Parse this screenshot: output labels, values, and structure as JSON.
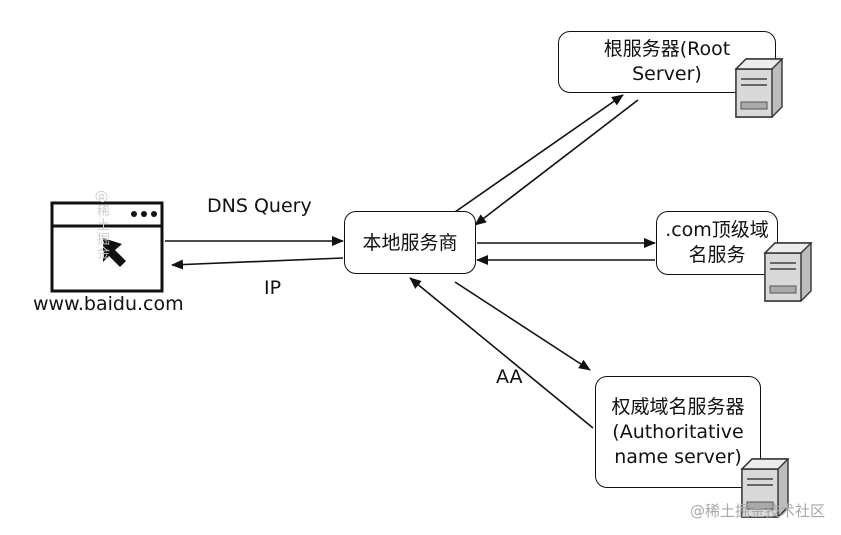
{
  "nodes": {
    "client": {
      "label": "www.baidu.com"
    },
    "local": {
      "label": "本地服务商"
    },
    "root": {
      "label": "根服务器(Root\nServer)"
    },
    "tld": {
      "label": ".com顶级域\n名服务"
    },
    "auth": {
      "label": "权威域名服务器\n(Authoritative\nname server)"
    }
  },
  "edges": {
    "query": {
      "label": "DNS Query"
    },
    "response": {
      "label": "IP"
    },
    "auth_answer": {
      "label": "AA"
    }
  },
  "watermark": "@稀土掘金技术社区",
  "side_watermark": "@稀土掘金",
  "colors": {
    "stroke": "#111111",
    "server_face": "#d9d9d9",
    "server_side": "#bdbdbd"
  }
}
